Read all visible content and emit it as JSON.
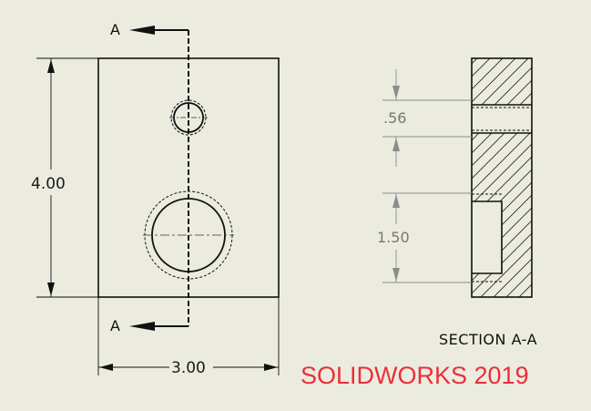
{
  "drawing": {
    "section_marker": "A",
    "section_title": "SECTION A-A",
    "dimensions": {
      "height": "4.00",
      "width": "3.00",
      "hole_depth": ".56",
      "counterbore_depth": "1.50"
    },
    "watermark": "SOLIDWORKS 2019",
    "colors": {
      "background": "#ecebe0",
      "line": "#111111",
      "dimension_line": "#8c8c8c",
      "watermark": "#e8303a"
    }
  }
}
